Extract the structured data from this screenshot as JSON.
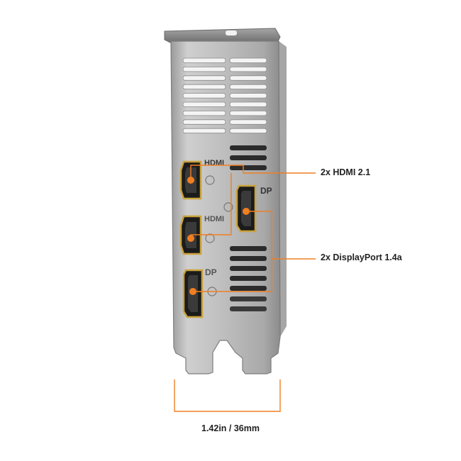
{
  "callouts": {
    "hdmi_ports": "2x HDMI 2.1",
    "displayports": "2x DisplayPort 1.4a"
  },
  "dimension": {
    "width_label": "1.42in / 36mm"
  },
  "bracket_labels": {
    "hdmi_top": "HDMI",
    "hdmi_bottom": "HDMI",
    "dp_right": "DP",
    "dp_bottom": "DP"
  },
  "colors": {
    "accent": "#f07f22",
    "bracket_metal": "#bfbfbf",
    "port_gold": "#c9a23b"
  }
}
